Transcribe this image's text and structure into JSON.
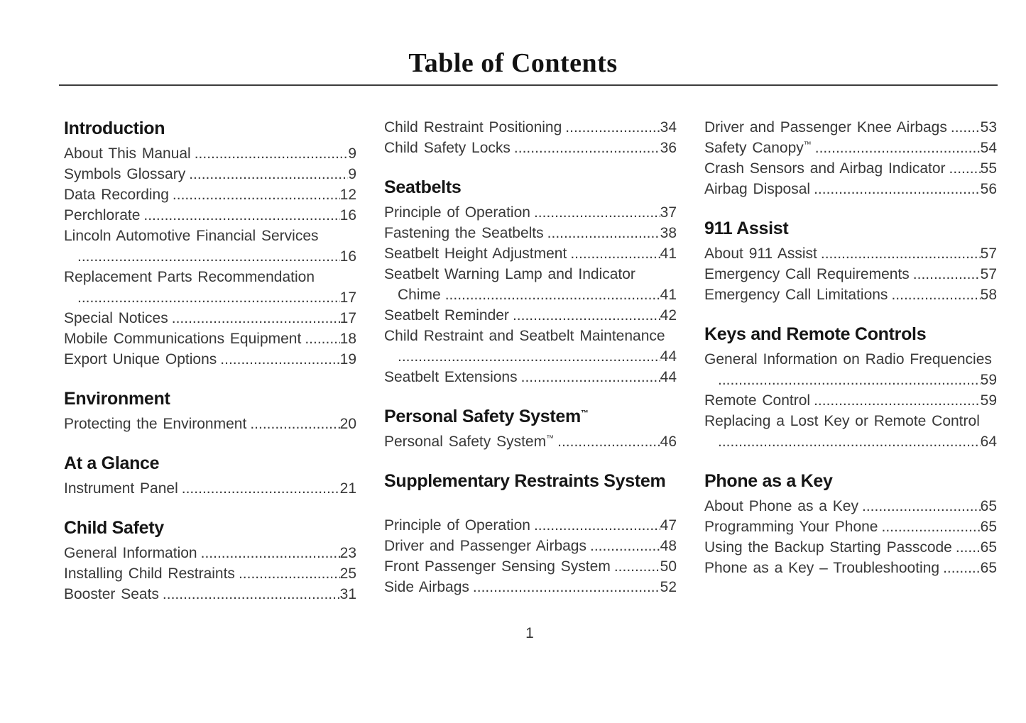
{
  "page": {
    "title": "Table of Contents",
    "page_number": "1"
  },
  "toc": {
    "columns": [
      {
        "sections": [
          {
            "heading": "Introduction",
            "entries": [
              {
                "label": "About This Manual",
                "page": "9"
              },
              {
                "label": "Symbols Glossary",
                "page": "9"
              },
              {
                "label": "Data Recording",
                "page": "12"
              },
              {
                "label": "Perchlorate",
                "page": "16"
              },
              {
                "label": "Lincoln Automotive Financial Services",
                "page": "16",
                "wrap": true
              },
              {
                "label": "Replacement Parts Recommendation",
                "page": "17",
                "wrap": true
              },
              {
                "label": "Special Notices",
                "page": "17"
              },
              {
                "label": "Mobile Communications Equipment",
                "page": "18"
              },
              {
                "label": "Export Unique Options",
                "page": "19"
              }
            ]
          },
          {
            "heading": "Environment",
            "entries": [
              {
                "label": "Protecting the Environment",
                "page": "20"
              }
            ]
          },
          {
            "heading": "At a Glance",
            "entries": [
              {
                "label": "Instrument Panel",
                "page": "21"
              }
            ]
          },
          {
            "heading": "Child Safety",
            "entries": [
              {
                "label": "General Information",
                "page": "23"
              },
              {
                "label": "Installing Child Restraints",
                "page": "25"
              },
              {
                "label": "Booster Seats",
                "page": "31"
              }
            ]
          }
        ]
      },
      {
        "sections": [
          {
            "heading": null,
            "entries": [
              {
                "label": "Child Restraint Positioning",
                "page": "34"
              },
              {
                "label": "Child Safety Locks",
                "page": "36"
              }
            ]
          },
          {
            "heading": "Seatbelts",
            "entries": [
              {
                "label": "Principle of Operation",
                "page": "37"
              },
              {
                "label": "Fastening the Seatbelts",
                "page": "38"
              },
              {
                "label": "Seatbelt Height Adjustment",
                "page": "41"
              },
              {
                "label": "Seatbelt Warning Lamp and Indicator",
                "label2": "Chime",
                "page": "41",
                "wrap": true
              },
              {
                "label": "Seatbelt Reminder",
                "page": "42"
              },
              {
                "label": "Child Restraint and Seatbelt Maintenance",
                "page": "44",
                "wrap": true
              },
              {
                "label": "Seatbelt Extensions",
                "page": "44"
              }
            ]
          },
          {
            "heading": "Personal Safety System",
            "heading_tm": "™",
            "entries": [
              {
                "label": "Personal Safety System",
                "tm": "™",
                "page": "46"
              }
            ]
          },
          {
            "heading": "Supplementary Restraints System",
            "spacer_after_heading": true,
            "entries": [
              {
                "label": "Principle of Operation",
                "page": "47"
              },
              {
                "label": "Driver and Passenger Airbags",
                "page": "48"
              },
              {
                "label": "Front Passenger Sensing System",
                "page": "50"
              },
              {
                "label": "Side Airbags",
                "page": "52"
              }
            ]
          }
        ]
      },
      {
        "sections": [
          {
            "heading": null,
            "entries": [
              {
                "label": "Driver and Passenger Knee Airbags",
                "page": "53"
              },
              {
                "label": "Safety Canopy",
                "tm": "™",
                "page": "54"
              },
              {
                "label": "Crash Sensors and Airbag Indicator",
                "page": "55"
              },
              {
                "label": "Airbag Disposal",
                "page": "56"
              }
            ]
          },
          {
            "heading": "911 Assist",
            "entries": [
              {
                "label": "About 911 Assist",
                "page": "57"
              },
              {
                "label": "Emergency Call Requirements",
                "page": "57"
              },
              {
                "label": "Emergency Call Limitations",
                "page": "58"
              }
            ]
          },
          {
            "heading": "Keys and Remote Controls",
            "entries": [
              {
                "label": "General Information on Radio Frequencies",
                "page": "59",
                "wrap": true
              },
              {
                "label": "Remote Control",
                "page": "59"
              },
              {
                "label": "Replacing a Lost Key or Remote Control",
                "page": "64",
                "wrap": true
              }
            ]
          },
          {
            "heading": "Phone as a Key",
            "entries": [
              {
                "label": "About Phone as a Key",
                "page": "65"
              },
              {
                "label": "Programming Your Phone",
                "page": "65"
              },
              {
                "label": "Using the Backup Starting Passcode",
                "page": "65"
              },
              {
                "label": "Phone as a Key – Troubleshooting",
                "page": "65"
              }
            ]
          }
        ]
      }
    ]
  }
}
